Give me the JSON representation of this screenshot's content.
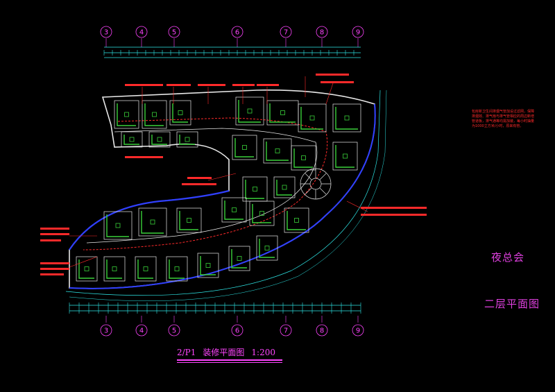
{
  "grid_axes": [
    "3",
    "4",
    "5",
    "6",
    "7",
    "8",
    "9"
  ],
  "right_panel": {
    "title_venue": "夜总会",
    "title_floor": "二层平面图",
    "note": "包房新卫生间排烟气管加设过滤网，保障排烟效、排气扇与排气管相应的周边新增管道板，排气通等均需加装，每小时抽量为1000立方米/小时，原来有管。"
  },
  "plan_title": {
    "code": "2/P1",
    "name": "装修平面图",
    "scale": "1:200"
  },
  "colors": {
    "background": "#000000",
    "walls": "#e8e8e8",
    "rooms_green": "#3ad13a",
    "dimensions": "#2ee8e8",
    "annotations": "#ff2a2a",
    "axis_bubbles": "#ff44ff",
    "curtain_wall": "#3040ff"
  }
}
